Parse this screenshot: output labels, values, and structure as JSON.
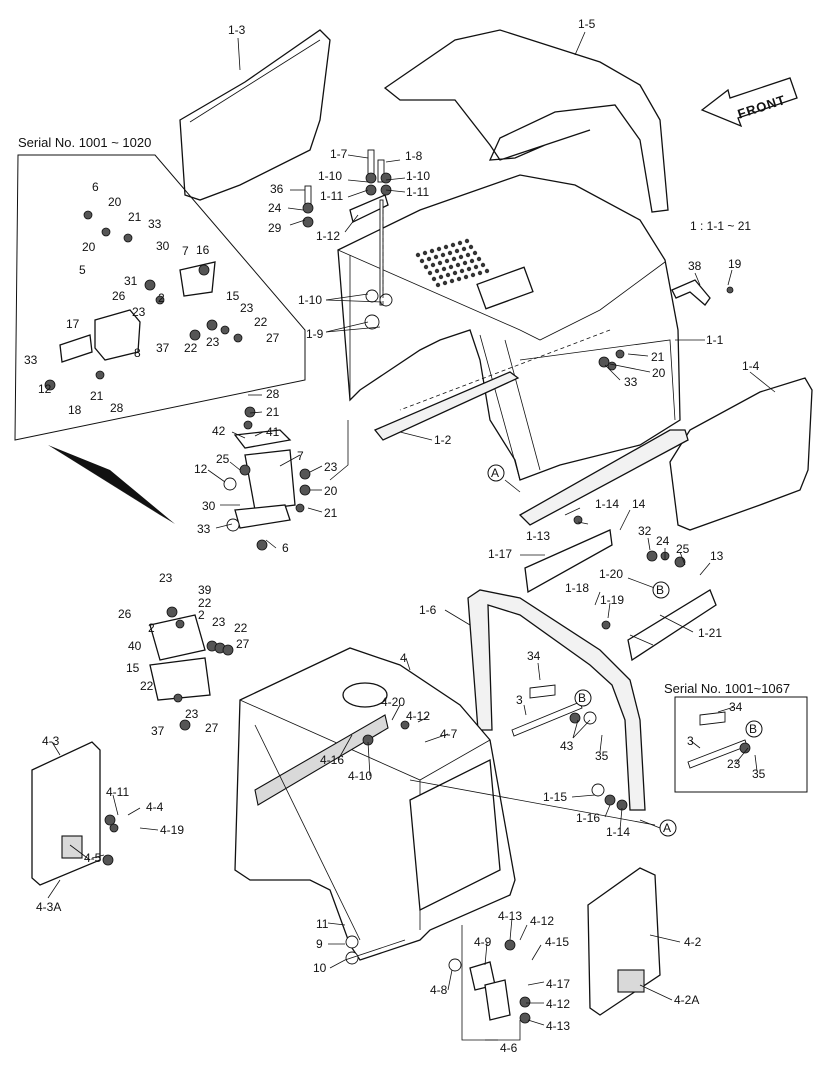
{
  "annotations": {
    "serial_a": "Serial No. 1001 ~ 1020",
    "serial_b": "Serial No. 1001~1067",
    "front": "FRONT",
    "ratio": "1 : 1-1 ~ 21"
  },
  "callouts": {
    "A": "A",
    "B": "B"
  },
  "labels": [
    {
      "id": "l1",
      "text": "1-3"
    },
    {
      "id": "l2",
      "text": "1-5"
    },
    {
      "id": "l3",
      "text": "1-7"
    },
    {
      "id": "l4",
      "text": "1-8"
    },
    {
      "id": "l5",
      "text": "1-10"
    },
    {
      "id": "l6",
      "text": "1-10"
    },
    {
      "id": "l7",
      "text": "36"
    },
    {
      "id": "l8",
      "text": "1-11"
    },
    {
      "id": "l9",
      "text": "1-11"
    },
    {
      "id": "l10",
      "text": "24"
    },
    {
      "id": "l11",
      "text": "29"
    },
    {
      "id": "l12",
      "text": "1-12"
    },
    {
      "id": "l13",
      "text": "38"
    },
    {
      "id": "l14",
      "text": "19"
    },
    {
      "id": "l15",
      "text": "1-10"
    },
    {
      "id": "l16",
      "text": "1-9"
    },
    {
      "id": "l17",
      "text": "1-1"
    },
    {
      "id": "l18",
      "text": "21"
    },
    {
      "id": "l19",
      "text": "33"
    },
    {
      "id": "l20",
      "text": "20"
    },
    {
      "id": "l21",
      "text": "1-4"
    },
    {
      "id": "l22",
      "text": "28"
    },
    {
      "id": "l23",
      "text": "21"
    },
    {
      "id": "l24",
      "text": "42"
    },
    {
      "id": "l25",
      "text": "41"
    },
    {
      "id": "l26",
      "text": "1-2"
    },
    {
      "id": "l27",
      "text": "12"
    },
    {
      "id": "l28",
      "text": "25"
    },
    {
      "id": "l29",
      "text": "7"
    },
    {
      "id": "l30",
      "text": "23"
    },
    {
      "id": "l31",
      "text": "20"
    },
    {
      "id": "l32",
      "text": "21"
    },
    {
      "id": "l33",
      "text": "30"
    },
    {
      "id": "l34",
      "text": "33"
    },
    {
      "id": "l35",
      "text": "6"
    },
    {
      "id": "l36",
      "text": "1-14"
    },
    {
      "id": "l37",
      "text": "14"
    },
    {
      "id": "l38",
      "text": "1-13"
    },
    {
      "id": "l39",
      "text": "1-17"
    },
    {
      "id": "l40",
      "text": "32"
    },
    {
      "id": "l41",
      "text": "24"
    },
    {
      "id": "l42",
      "text": "25"
    },
    {
      "id": "l43",
      "text": "13"
    },
    {
      "id": "l44",
      "text": "1-20"
    },
    {
      "id": "l45",
      "text": "1-18"
    },
    {
      "id": "l46",
      "text": "1-19"
    },
    {
      "id": "l47",
      "text": "1-21"
    },
    {
      "id": "l48",
      "text": "23"
    },
    {
      "id": "l49",
      "text": "39"
    },
    {
      "id": "l50",
      "text": "26"
    },
    {
      "id": "l51",
      "text": "22"
    },
    {
      "id": "l52",
      "text": "2"
    },
    {
      "id": "l53",
      "text": "2"
    },
    {
      "id": "l54",
      "text": "23"
    },
    {
      "id": "l55",
      "text": "22"
    },
    {
      "id": "l56",
      "text": "40"
    },
    {
      "id": "l57",
      "text": "27"
    },
    {
      "id": "l58",
      "text": "15"
    },
    {
      "id": "l59",
      "text": "22"
    },
    {
      "id": "l60",
      "text": "37"
    },
    {
      "id": "l61",
      "text": "23"
    },
    {
      "id": "l62",
      "text": "27"
    },
    {
      "id": "l63",
      "text": "1-6"
    },
    {
      "id": "l64",
      "text": "4"
    },
    {
      "id": "l65",
      "text": "34"
    },
    {
      "id": "l66",
      "text": "3"
    },
    {
      "id": "l67",
      "text": "43"
    },
    {
      "id": "l68",
      "text": "35"
    },
    {
      "id": "l69",
      "text": "4-20"
    },
    {
      "id": "l70",
      "text": "4-12"
    },
    {
      "id": "l71",
      "text": "4-7"
    },
    {
      "id": "l72",
      "text": "4-16"
    },
    {
      "id": "l73",
      "text": "4-10"
    },
    {
      "id": "l74",
      "text": "34"
    },
    {
      "id": "l75",
      "text": "3"
    },
    {
      "id": "l76",
      "text": "23"
    },
    {
      "id": "l77",
      "text": "35"
    },
    {
      "id": "l78",
      "text": "1-15"
    },
    {
      "id": "l79",
      "text": "1-16"
    },
    {
      "id": "l80",
      "text": "1-14"
    },
    {
      "id": "l81",
      "text": "4-3"
    },
    {
      "id": "l82",
      "text": "4-11"
    },
    {
      "id": "l83",
      "text": "4-4"
    },
    {
      "id": "l84",
      "text": "4-19"
    },
    {
      "id": "l85",
      "text": "4-5"
    },
    {
      "id": "l86",
      "text": "4-3A"
    },
    {
      "id": "l87",
      "text": "11"
    },
    {
      "id": "l88",
      "text": "9"
    },
    {
      "id": "l89",
      "text": "10"
    },
    {
      "id": "l90",
      "text": "4-13"
    },
    {
      "id": "l91",
      "text": "4-12"
    },
    {
      "id": "l92",
      "text": "4-9"
    },
    {
      "id": "l93",
      "text": "4-15"
    },
    {
      "id": "l94",
      "text": "4-8"
    },
    {
      "id": "l95",
      "text": "4-17"
    },
    {
      "id": "l96",
      "text": "4-12"
    },
    {
      "id": "l97",
      "text": "4-13"
    },
    {
      "id": "l98",
      "text": "4-6"
    },
    {
      "id": "l99",
      "text": "4-2"
    },
    {
      "id": "l100",
      "text": "4-2A"
    },
    {
      "id": "l101",
      "text": "6"
    },
    {
      "id": "l102",
      "text": "20"
    },
    {
      "id": "l103",
      "text": "21"
    },
    {
      "id": "l104",
      "text": "33"
    },
    {
      "id": "l105",
      "text": "30"
    },
    {
      "id": "l106",
      "text": "20"
    },
    {
      "id": "l107",
      "text": "7"
    },
    {
      "id": "l108",
      "text": "16"
    },
    {
      "id": "l109",
      "text": "5"
    },
    {
      "id": "l110",
      "text": "31"
    },
    {
      "id": "l111",
      "text": "26"
    },
    {
      "id": "l112",
      "text": "2"
    },
    {
      "id": "l113",
      "text": "15"
    },
    {
      "id": "l114",
      "text": "23"
    },
    {
      "id": "l115",
      "text": "23"
    },
    {
      "id": "l116",
      "text": "22"
    },
    {
      "id": "l117",
      "text": "27"
    },
    {
      "id": "l118",
      "text": "17"
    },
    {
      "id": "l119",
      "text": "37"
    },
    {
      "id": "l120",
      "text": "22"
    },
    {
      "id": "l121",
      "text": "23"
    },
    {
      "id": "l122",
      "text": "33"
    },
    {
      "id": "l123",
      "text": "8"
    },
    {
      "id": "l124",
      "text": "12"
    },
    {
      "id": "l125",
      "text": "18"
    },
    {
      "id": "l126",
      "text": "21"
    },
    {
      "id": "l127",
      "text": "28"
    }
  ]
}
